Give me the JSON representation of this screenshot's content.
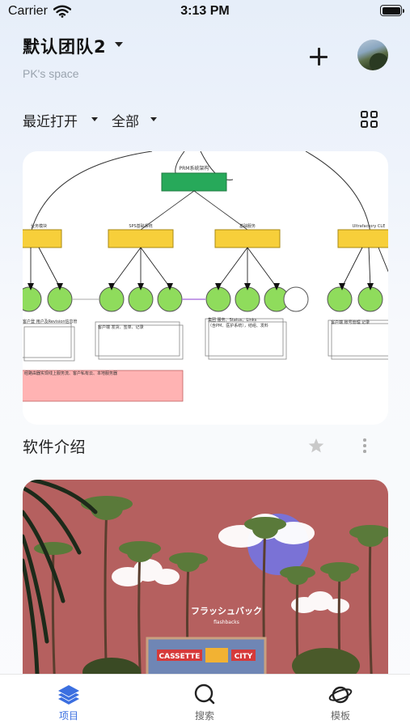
{
  "status_bar": {
    "carrier": "Carrier",
    "time": "3:13 PM"
  },
  "header": {
    "team_name": "默认团队2",
    "space_name": "PK's space"
  },
  "filters": {
    "sort": "最近打开",
    "scope": "全部"
  },
  "cards": [
    {
      "title": "软件介绍",
      "diagram": {
        "root": "PRM系统架构",
        "branch_labels": [
          "业务模块",
          "SPS基础系统",
          "基础服务",
          "Ultrafactory CLE"
        ],
        "note_rows": [
          "客户登 用户及Revision信息管",
          "客户端 发货、签单、记录",
          "集团 服务、Status、Links",
          "客户端 账号管理 记录"
        ],
        "note_extra": "（含PM、医护系统），结组、发料",
        "pink_note": "经路由器实现线上服务流、客户私有云、本地服务器"
      }
    },
    {
      "poster": {
        "jp_title": "フラッシュバック",
        "subtitle": "flashbacks",
        "sign_left": "CASSETTE",
        "sign_right": "CITY"
      }
    }
  ],
  "tabs": [
    {
      "label": "项目",
      "icon": "layers-icon",
      "active": true
    },
    {
      "label": "搜索",
      "icon": "search-icon",
      "active": false
    },
    {
      "label": "模板",
      "icon": "planet-icon",
      "active": false
    }
  ],
  "colors": {
    "accent": "#3b6fe0",
    "root_node": "#27a95a",
    "branch_node": "#f7cf3a",
    "leaf_node": "#8fdc5c",
    "poster_bg": "#b5605f",
    "pink_note": "#ffb3b3"
  }
}
